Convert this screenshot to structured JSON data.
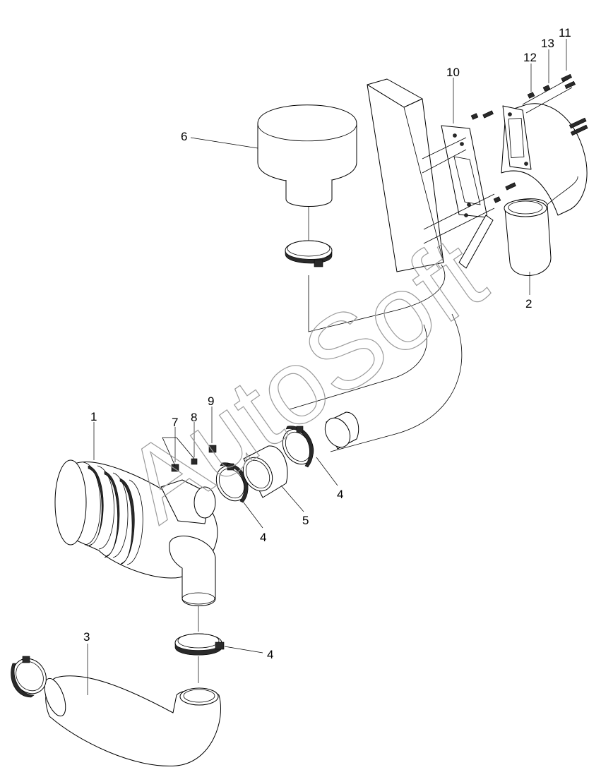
{
  "callouts": [
    {
      "id": "c1",
      "label": "1"
    },
    {
      "id": "c2",
      "label": "2"
    },
    {
      "id": "c3",
      "label": "3"
    },
    {
      "id": "c4a",
      "label": "4"
    },
    {
      "id": "c4b",
      "label": "4"
    },
    {
      "id": "c4c",
      "label": "4"
    },
    {
      "id": "c5",
      "label": "5"
    },
    {
      "id": "c6",
      "label": "6"
    },
    {
      "id": "c7",
      "label": "7"
    },
    {
      "id": "c8",
      "label": "8"
    },
    {
      "id": "c9",
      "label": "9"
    },
    {
      "id": "c10",
      "label": "10"
    },
    {
      "id": "c11",
      "label": "11"
    },
    {
      "id": "c12",
      "label": "12"
    },
    {
      "id": "c13",
      "label": "13"
    }
  ],
  "watermark": "AutoSoft",
  "colors": {
    "line": "#000000",
    "background": "#ffffff",
    "watermark": "#9a9a9a"
  }
}
